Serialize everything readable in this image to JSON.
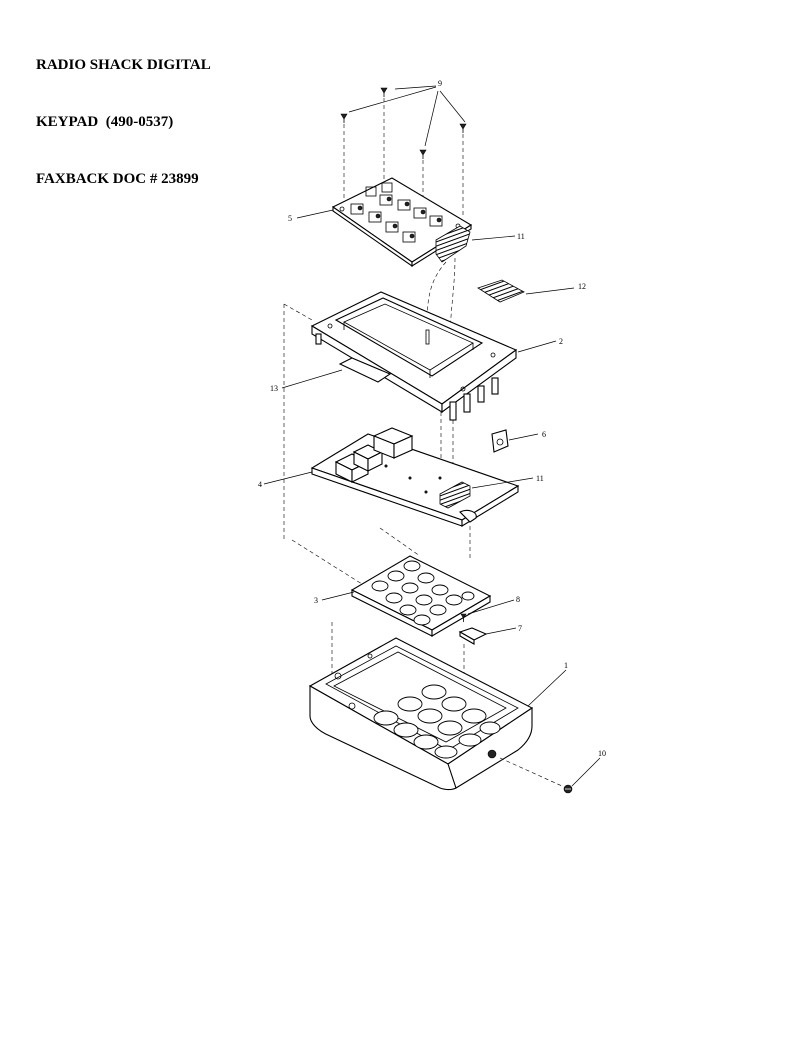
{
  "header": {
    "line1": "RADIO SHACK DIGITAL",
    "line2": "KEYPAD  (490-0537)",
    "line3": "FAXBACK DOC # 23899"
  },
  "callouts": {
    "screws_top": "9",
    "plate": "5",
    "connector_top": "11",
    "label": "12",
    "frame": "2",
    "gasket": "13",
    "clip": "6",
    "pcb": "4",
    "connector_pcb": "11",
    "keypad_rubber": "3",
    "small_screw": "8",
    "bracket": "7",
    "housing": "1",
    "bottom_screw": "10"
  }
}
